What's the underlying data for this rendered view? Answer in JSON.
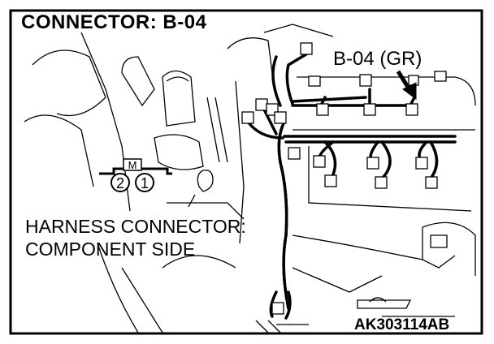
{
  "diagram": {
    "title": "CONNECTOR: B-04",
    "connector_tag": "B-04 (GR)",
    "harness_label_line1": "HARNESS CONNECTOR:",
    "harness_label_line2": "COMPONENT SIDE",
    "figure_code": "AK303114AB",
    "connector_key_letter": "M",
    "pin_left": "2",
    "pin_right": "1"
  }
}
